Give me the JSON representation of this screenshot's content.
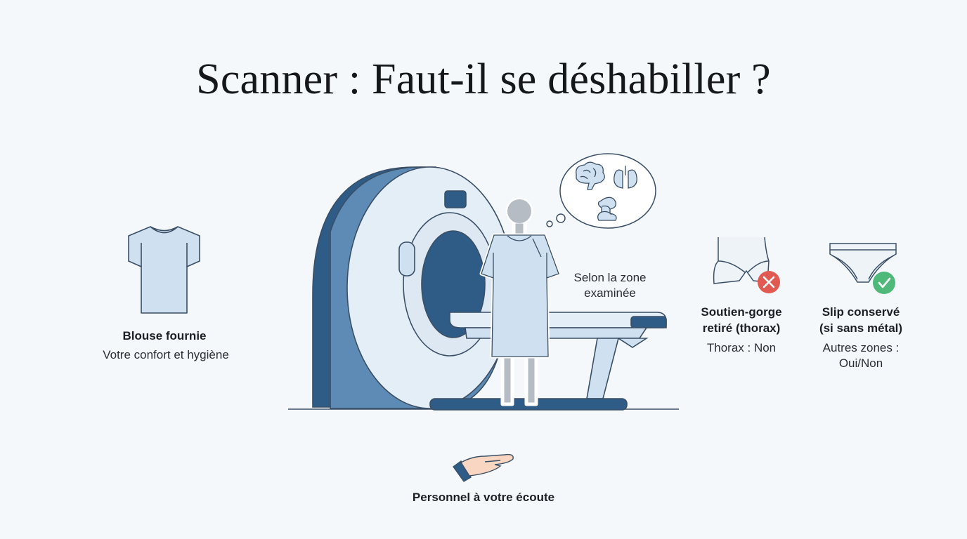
{
  "title": "Scanner : Faut-il se déshabiller ?",
  "gown": {
    "title": "Blouse fournie",
    "subtitle": "Votre confort et hygiène"
  },
  "zone_note": {
    "line1": "Selon la zone",
    "line2": "examinée"
  },
  "bra": {
    "title_line1": "Soutien-gorge",
    "title_line2": "retiré (thorax)",
    "note": "Thorax : Non",
    "status": "no"
  },
  "brief": {
    "title_line1": "Slip conservé",
    "title_line2": "(si sans métal)",
    "note_line1": "Autres zones :",
    "note_line2": "Oui/Non",
    "status": "yes"
  },
  "staff": {
    "label": "Personnel à votre écoute"
  },
  "colors": {
    "navy": "#2f5b87",
    "light_blue": "#cfe1f0",
    "pale_blue": "#e4eef7",
    "outline": "#3a4f66",
    "no_red": "#e05a52",
    "yes_green": "#4fb97a"
  }
}
